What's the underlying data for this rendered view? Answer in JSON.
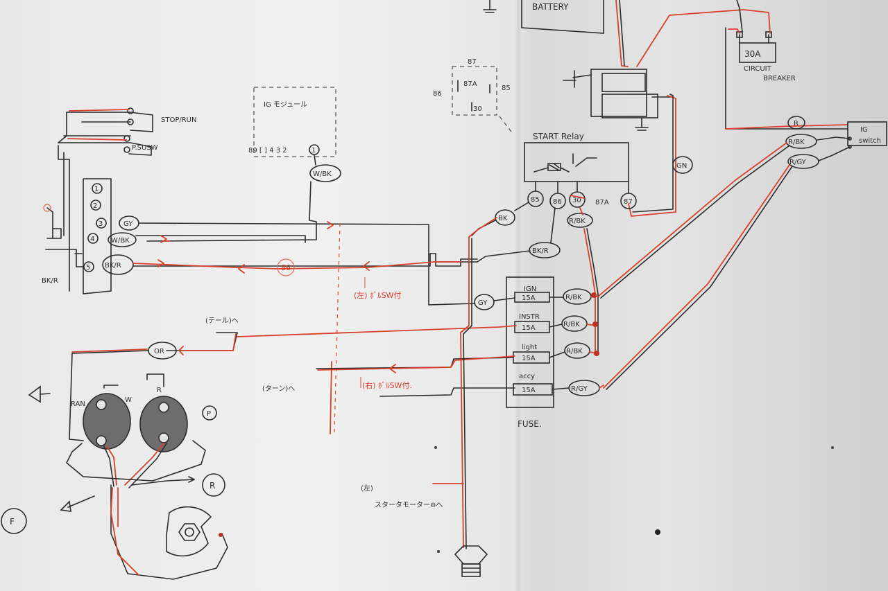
{
  "colors": {
    "ink": "#2b2b2b",
    "red_wire": "#d8402a",
    "paper": "#ececec"
  },
  "top": {
    "battery": "BATTERY",
    "circuit_breaker_rating": "30A",
    "circuit_breaker_label_1": "CIRCUIT",
    "circuit_breaker_label_2": "BREAKER",
    "ig_switch_1": "IG",
    "ig_switch_2": "switch",
    "wire_r": "R",
    "wire_rbk": "R/BK",
    "wire_rgy": "R/GY",
    "wire_gn": "GN"
  },
  "relay_ref": {
    "pin_87": "87",
    "pin_87a": "87A",
    "pin_86": "86",
    "pin_85": "85",
    "pin_30": "30"
  },
  "start_relay": {
    "title": "START Relay",
    "pins": [
      "85",
      "86",
      "30",
      "87A",
      "87"
    ],
    "pin_87a_label": "87A",
    "out_30": "R/BK",
    "out_85": "BK",
    "out_86": "BK/R"
  },
  "ig_module": {
    "title": "IG モジュール",
    "pin_label": "89 [ ] 4 3 2",
    "pin_num": "1",
    "wire": "W/BK"
  },
  "left_block": {
    "stop_run": "STOP/RUN",
    "sub_label": "P.SUSW",
    "pins": [
      "1",
      "2",
      "3",
      "4",
      "5"
    ],
    "wires": [
      "GY",
      "W/BK",
      "BK/R"
    ],
    "side_label": "BK/R",
    "junction": "86"
  },
  "fuse": {
    "caption": "FUSE.",
    "rows": [
      {
        "name": "IGN",
        "rating": "15A",
        "wire": "R/BK"
      },
      {
        "name": "INSTR",
        "rating": "15A",
        "wire": "R/BK"
      },
      {
        "name": "light",
        "rating": "15A",
        "wire": "R/BK"
      },
      {
        "name": "accy",
        "rating": "15A",
        "wire": "R/GY"
      }
    ],
    "in_wire": "GY"
  },
  "notes": {
    "note_1": "(左) ﾎﾞﾙSW付",
    "note_2": "(右) ﾎﾞﾙSW付.",
    "note_3": "(テール)へ",
    "note_4": "(左)",
    "note_5": "スタータモーター⊖へ",
    "note_6": "(ターン)へ"
  },
  "coils": {
    "or_wire": "OR",
    "left_label": "RAN",
    "mid_label": "W",
    "right_label": "R",
    "right_circle": "P",
    "front": "F",
    "rear": "R"
  }
}
